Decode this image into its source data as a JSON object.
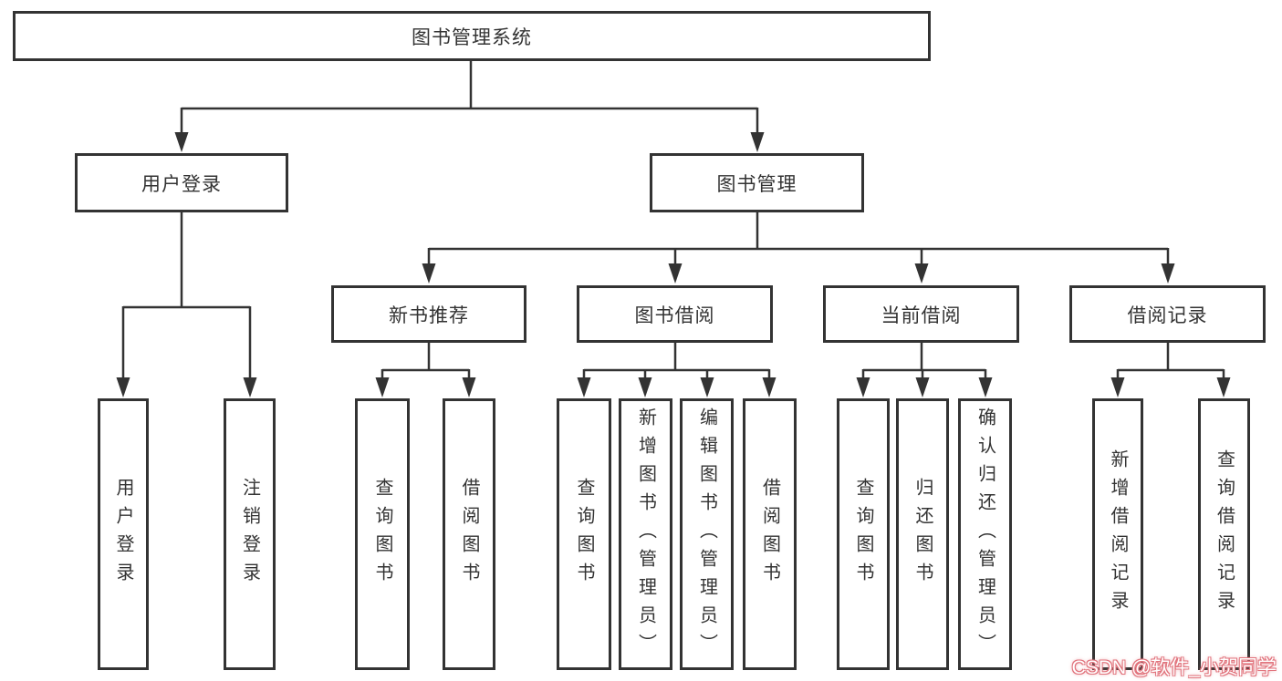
{
  "tree": {
    "root": {
      "label": "图书管理系统"
    },
    "branches": [
      {
        "label": "用户登录",
        "children": [
          {
            "label": "用户登录"
          },
          {
            "label": "注销登录"
          }
        ]
      },
      {
        "label": "图书管理",
        "children": [
          {
            "label": "新书推荐",
            "children": [
              {
                "label": "查询图书"
              },
              {
                "label": "借阅图书"
              }
            ]
          },
          {
            "label": "图书借阅",
            "children": [
              {
                "label": "查询图书"
              },
              {
                "label": "新增图书（管理员）"
              },
              {
                "label": "编辑图书（管理员）"
              },
              {
                "label": "借阅图书"
              }
            ]
          },
          {
            "label": "当前借阅",
            "children": [
              {
                "label": "查询图书"
              },
              {
                "label": "归还图书"
              },
              {
                "label": "确认归还（管理员）"
              }
            ]
          },
          {
            "label": "借阅记录",
            "children": [
              {
                "label": "新增借阅记录"
              },
              {
                "label": "查询借阅记录"
              }
            ]
          }
        ]
      }
    ]
  },
  "watermark": {
    "text": "CSDN @软件_小贺同学",
    "color": "#e1737c"
  },
  "colors": {
    "line": "#333333",
    "box_border": "#333333",
    "box_background": "#ffffff",
    "text": "#333333"
  }
}
